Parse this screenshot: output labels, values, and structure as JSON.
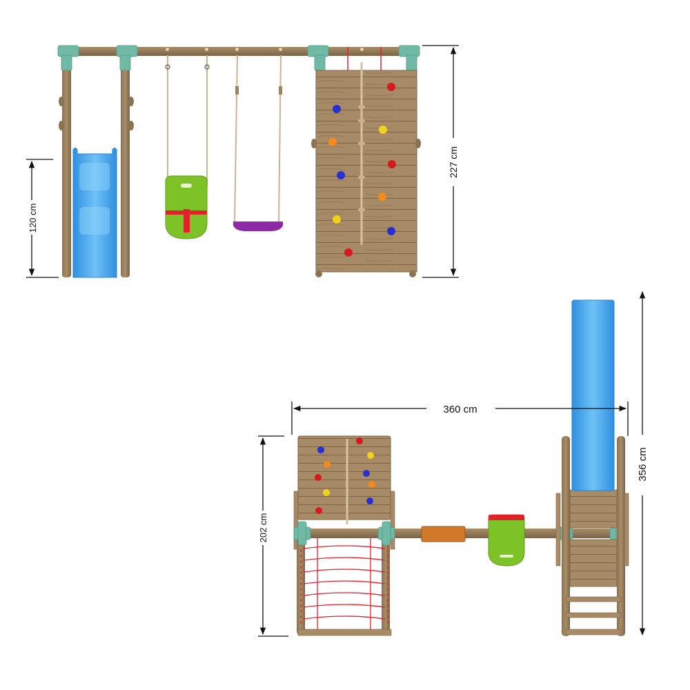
{
  "diagram": {
    "subject": "Wooden playground set with swings, slide, climbing wall and net",
    "views": {
      "front": {
        "name": "Front elevation",
        "components": [
          "slide",
          "baby-swing-seat",
          "flat-swing-seat",
          "climbing-wall",
          "knotted-rope"
        ],
        "dimensions": {
          "slide_platform_height": "120 cm",
          "total_height": "227 cm"
        }
      },
      "top": {
        "name": "Top view",
        "components": [
          "climbing-wall",
          "cargo-net",
          "swing-beam",
          "swing-seat",
          "baby-swing-seat",
          "platform-with-slide",
          "ladder"
        ],
        "dimensions": {
          "total_width": "360 cm",
          "tower_depth": "202 cm",
          "total_length": "356 cm"
        }
      }
    },
    "colors": {
      "wood": "#a58a64",
      "wood_dark": "#7d6748",
      "connector": "#6fb9a6",
      "slide": "#3fa7ef",
      "baby_seat": "#7dc226",
      "strap_red": "#e0222a",
      "swing_purple": "#8e2aa8",
      "rope": "#c9b48f",
      "hold_red": "#d7191f",
      "hold_blue": "#2a2fd0",
      "hold_yellow": "#f1d21a",
      "hold_orange": "#f38a1c",
      "dimension_line": "#111111"
    }
  }
}
